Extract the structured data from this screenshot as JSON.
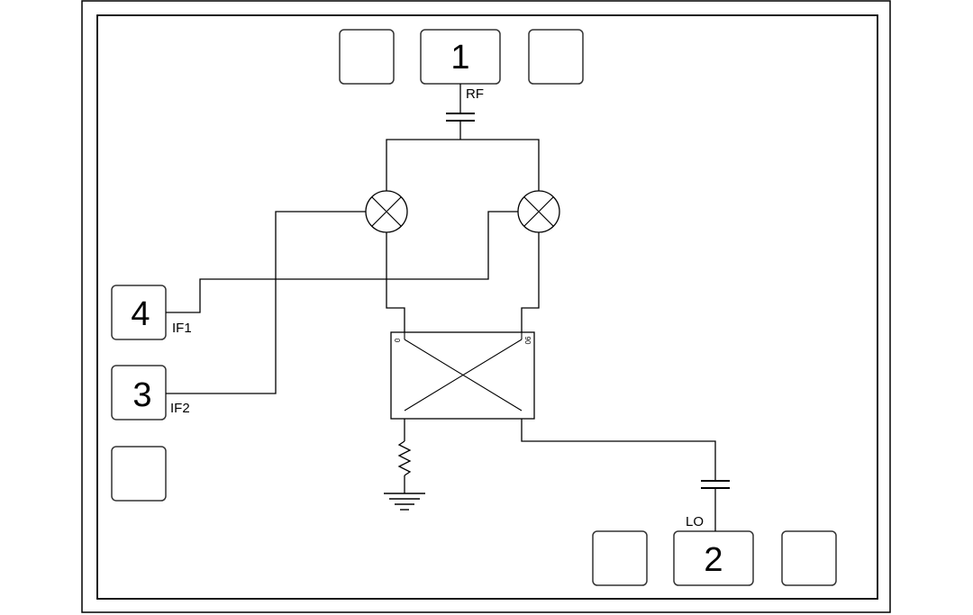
{
  "pads": {
    "rf": {
      "number": "1"
    },
    "lo": {
      "number": "2"
    },
    "if2": {
      "number": "3"
    },
    "if1": {
      "number": "4"
    }
  },
  "labels": {
    "rf": "RF",
    "lo": "LO",
    "if1": "IF1",
    "if2": "IF2",
    "hybrid_port_0": "0",
    "hybrid_port_90": "90"
  }
}
